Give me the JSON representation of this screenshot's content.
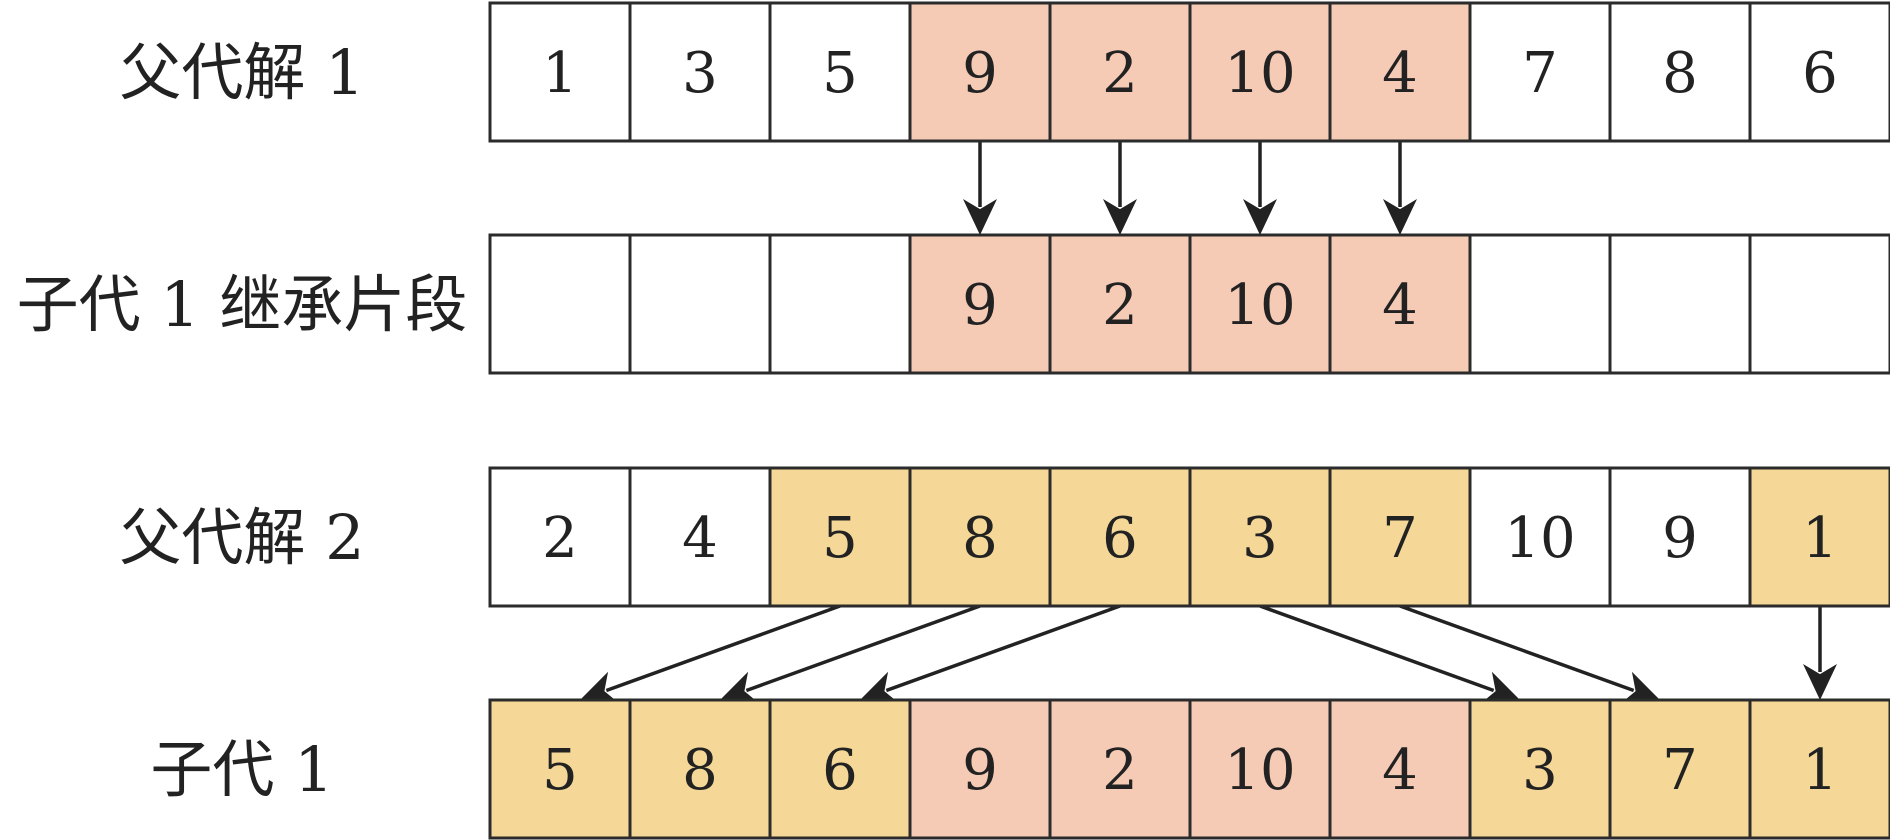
{
  "colors": {
    "empty": "#ffffff",
    "segment": "#f6cbb6",
    "fill": "#f5d897",
    "border": "#2b2b2b",
    "text": "#222222"
  },
  "rows": [
    {
      "id": "parent-1",
      "label": "父代解 1",
      "cells": [
        {
          "value": "1",
          "fill": "empty"
        },
        {
          "value": "3",
          "fill": "empty"
        },
        {
          "value": "5",
          "fill": "empty"
        },
        {
          "value": "9",
          "fill": "segment"
        },
        {
          "value": "2",
          "fill": "segment"
        },
        {
          "value": "10",
          "fill": "segment"
        },
        {
          "value": "4",
          "fill": "segment"
        },
        {
          "value": "7",
          "fill": "empty"
        },
        {
          "value": "8",
          "fill": "empty"
        },
        {
          "value": "6",
          "fill": "empty"
        }
      ]
    },
    {
      "id": "offspring-1-inherit",
      "label": "子代 1 继承片段",
      "cells": [
        {
          "value": "",
          "fill": "empty"
        },
        {
          "value": "",
          "fill": "empty"
        },
        {
          "value": "",
          "fill": "empty"
        },
        {
          "value": "9",
          "fill": "segment"
        },
        {
          "value": "2",
          "fill": "segment"
        },
        {
          "value": "10",
          "fill": "segment"
        },
        {
          "value": "4",
          "fill": "segment"
        },
        {
          "value": "",
          "fill": "empty"
        },
        {
          "value": "",
          "fill": "empty"
        },
        {
          "value": "",
          "fill": "empty"
        }
      ]
    },
    {
      "id": "parent-2",
      "label": "父代解 2",
      "cells": [
        {
          "value": "2",
          "fill": "empty"
        },
        {
          "value": "4",
          "fill": "empty"
        },
        {
          "value": "5",
          "fill": "fill"
        },
        {
          "value": "8",
          "fill": "fill"
        },
        {
          "value": "6",
          "fill": "fill"
        },
        {
          "value": "3",
          "fill": "fill"
        },
        {
          "value": "7",
          "fill": "fill"
        },
        {
          "value": "10",
          "fill": "empty"
        },
        {
          "value": "9",
          "fill": "empty"
        },
        {
          "value": "1",
          "fill": "fill"
        }
      ]
    },
    {
      "id": "offspring-1",
      "label": "子代 1",
      "cells": [
        {
          "value": "5",
          "fill": "fill"
        },
        {
          "value": "8",
          "fill": "fill"
        },
        {
          "value": "6",
          "fill": "fill"
        },
        {
          "value": "9",
          "fill": "segment"
        },
        {
          "value": "2",
          "fill": "segment"
        },
        {
          "value": "10",
          "fill": "segment"
        },
        {
          "value": "4",
          "fill": "segment"
        },
        {
          "value": "3",
          "fill": "fill"
        },
        {
          "value": "7",
          "fill": "fill"
        },
        {
          "value": "1",
          "fill": "fill"
        }
      ]
    }
  ],
  "arrows": [
    {
      "from_row": 0,
      "from_col": 3,
      "to_row": 1,
      "to_col": 3
    },
    {
      "from_row": 0,
      "from_col": 4,
      "to_row": 1,
      "to_col": 4
    },
    {
      "from_row": 0,
      "from_col": 5,
      "to_row": 1,
      "to_col": 5
    },
    {
      "from_row": 0,
      "from_col": 6,
      "to_row": 1,
      "to_col": 6
    },
    {
      "from_row": 2,
      "from_col": 2,
      "to_row": 3,
      "to_col": 0
    },
    {
      "from_row": 2,
      "from_col": 3,
      "to_row": 3,
      "to_col": 1
    },
    {
      "from_row": 2,
      "from_col": 4,
      "to_row": 3,
      "to_col": 2
    },
    {
      "from_row": 2,
      "from_col": 5,
      "to_row": 3,
      "to_col": 7
    },
    {
      "from_row": 2,
      "from_col": 6,
      "to_row": 3,
      "to_col": 8
    },
    {
      "from_row": 2,
      "from_col": 9,
      "to_row": 3,
      "to_col": 9
    }
  ]
}
